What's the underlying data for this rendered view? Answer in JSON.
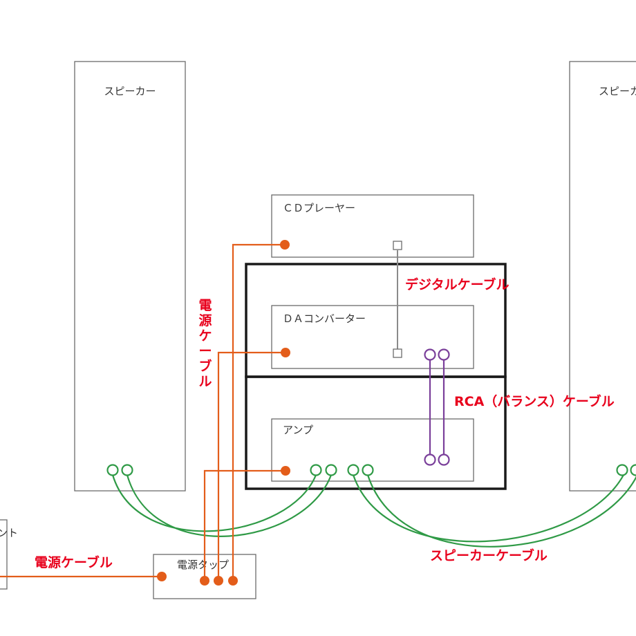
{
  "colors": {
    "power": "#e35d1a",
    "speaker": "#2f9a46",
    "rca": "#7a3f9a",
    "digital": "#8a8a8a",
    "label": "#e8001c"
  },
  "equipment": {
    "speaker_left": "スピーカー",
    "speaker_right": "スピーカー",
    "cd_player": "ＣＤプレーヤー",
    "da_converter": "ＤＡコンバーター",
    "amp": "アンプ",
    "power_strip": "電源タップ",
    "outlet": "ント"
  },
  "cables": {
    "digital": "デジタルケーブル",
    "power_vertical": [
      "電",
      "源",
      "ケ",
      "ー",
      "ブ",
      "ル"
    ],
    "rca": "RCA（バランス）ケーブル",
    "speaker": "スピーカーケーブル",
    "power_main": "電源ケーブル"
  }
}
